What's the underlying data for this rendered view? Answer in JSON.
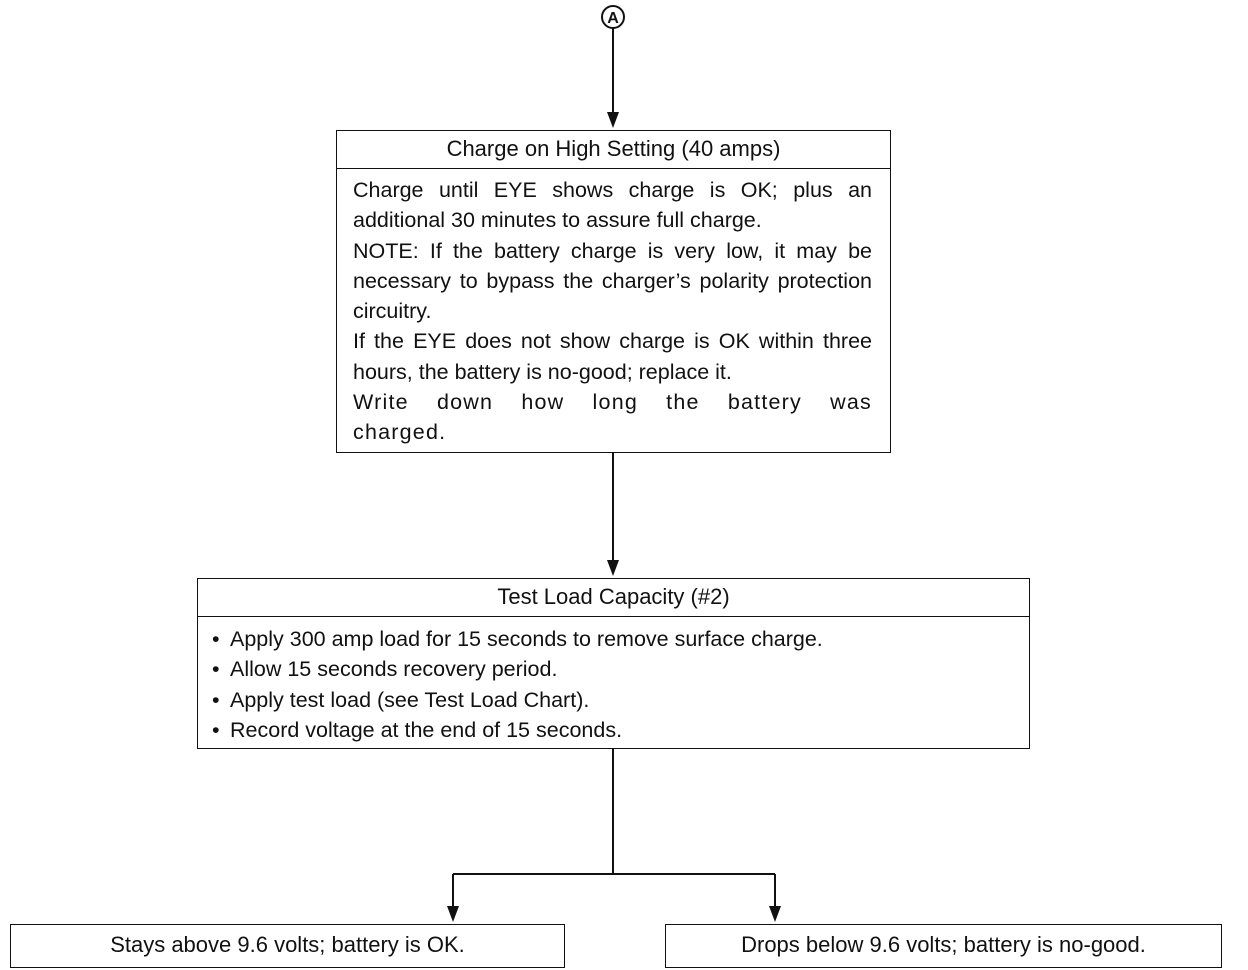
{
  "connector_label": "A",
  "charge_box": {
    "title": "Charge on High Setting (40 amps)",
    "paragraphs": [
      "Charge until EYE shows charge is OK; plus an additional 30 minutes to assure full charge.",
      "NOTE:  If the battery charge is very low, it may be necessary to bypass the charger’s polarity protection circuitry.",
      "If the EYE does not show charge is OK within three hours, the battery is no-good; replace it.",
      "Write down how long the battery was charged."
    ]
  },
  "load_box": {
    "title": "Test Load Capacity (#2)",
    "bullet": "•",
    "items": [
      "Apply 300 amp load for 15 seconds to remove surface charge.",
      "Allow 15 seconds recovery period.",
      "Apply test load (see Test Load Chart).",
      "Record voltage at the end of 15 seconds."
    ]
  },
  "results": {
    "ok": "Stays above 9.6 volts; battery is OK.",
    "nogood": "Drops below 9.6 volts; battery is no-good."
  }
}
